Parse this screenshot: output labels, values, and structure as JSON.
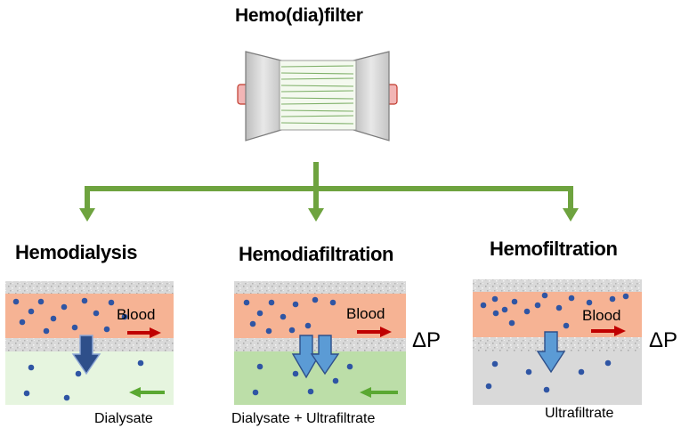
{
  "title": "Hemo(dia)filter",
  "panels": [
    {
      "heading": "Hemodialysis",
      "blood_label": "Blood",
      "caption": "Dialysate",
      "delta": ""
    },
    {
      "heading": "Hemodiafiltration",
      "blood_label": "Blood",
      "caption": "Dialysate + Ultrafiltrate",
      "delta": "ΔP"
    },
    {
      "heading": "Hemofiltration",
      "blood_label": "Blood",
      "caption": "Ultrafiltrate",
      "delta": "ΔP"
    }
  ],
  "colors": {
    "connector": "#6ea33f",
    "blood": "#f6b394",
    "membrane": "#d7d7d7",
    "dialysate_light": "#e6f5df",
    "dialysate_green": "#bcdea8",
    "ultrafiltrate_gray": "#d9d9d9",
    "particle": "#2f55a4",
    "blood_arrow": "#c00000",
    "dialysate_arrow": "#5aa832",
    "flux_arrow_dark": "#2e4f8a",
    "flux_arrow_light": "#5b9bd5"
  }
}
